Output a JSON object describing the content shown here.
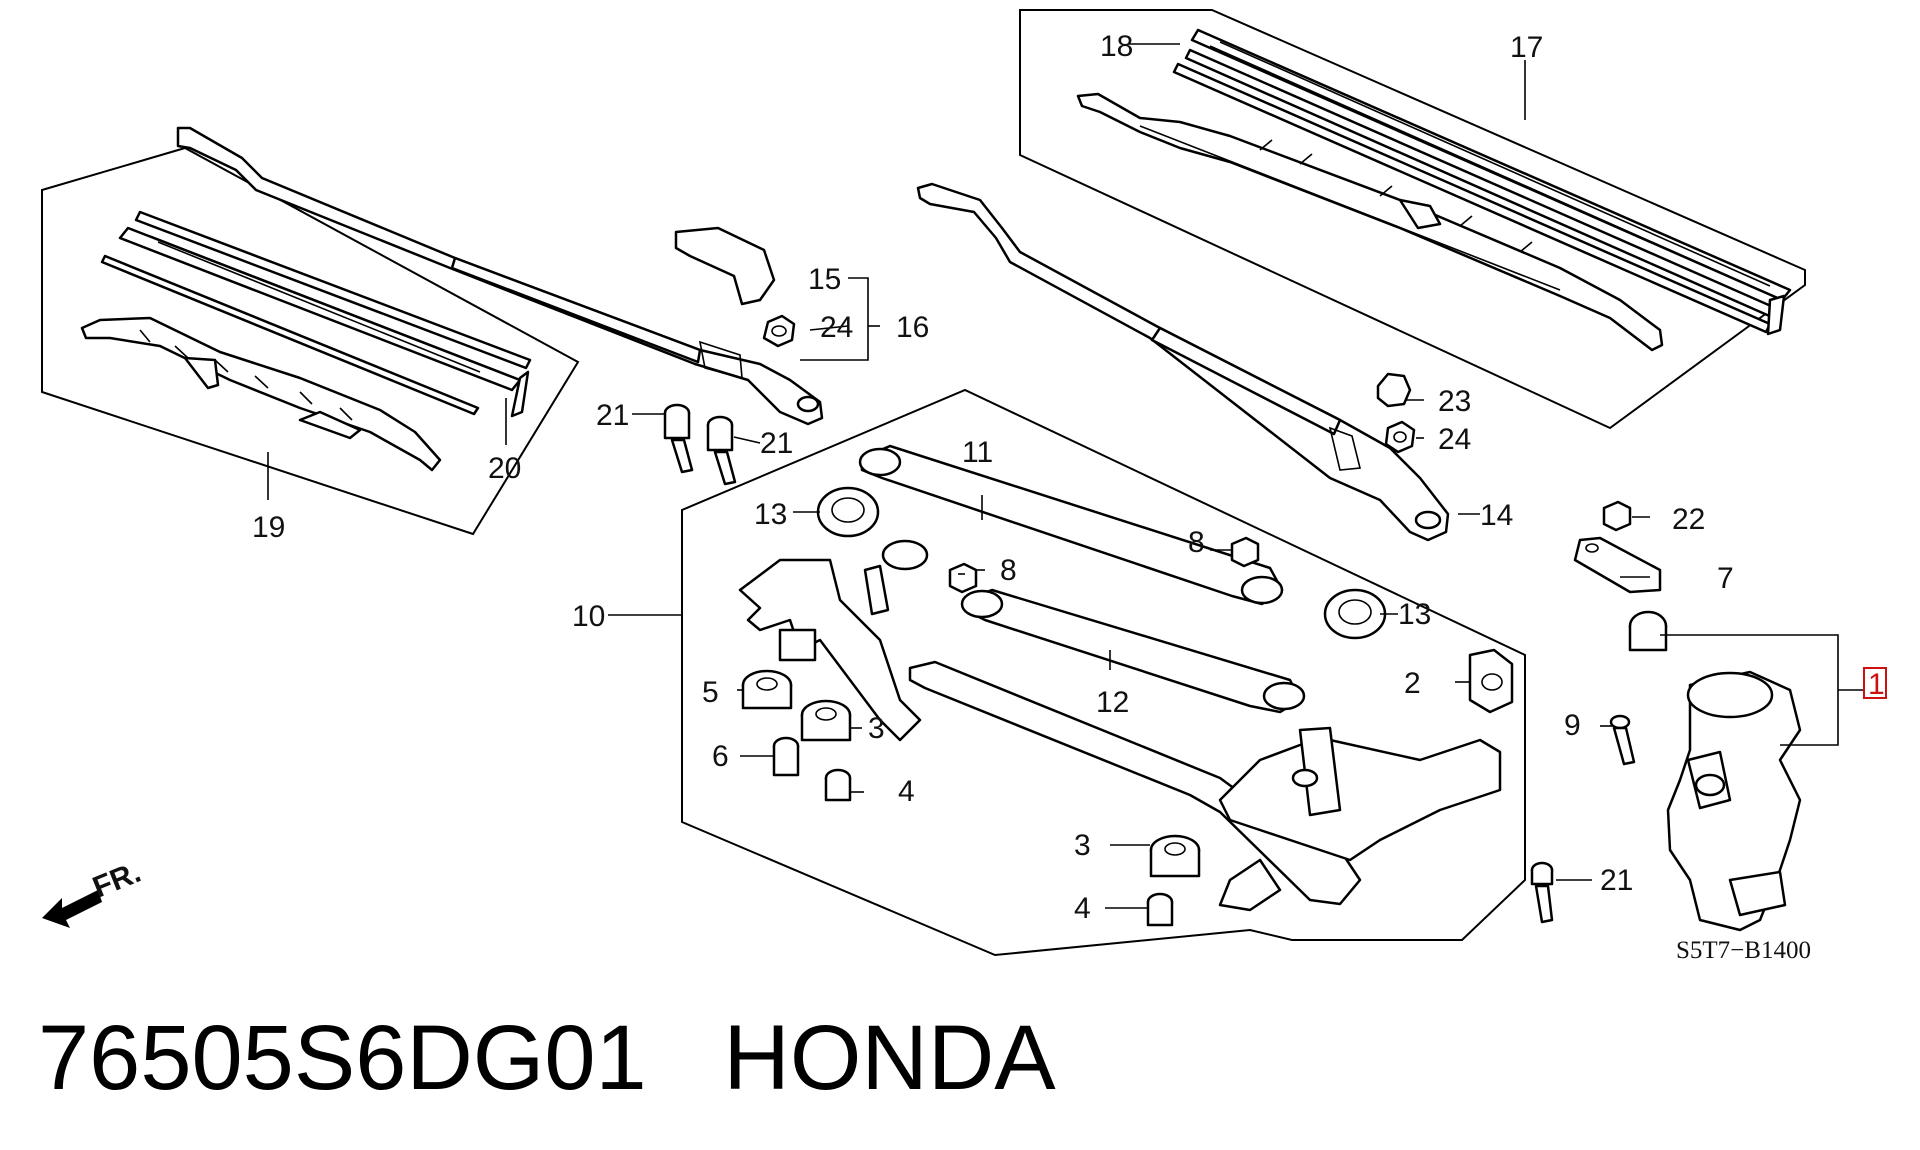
{
  "callouts": {
    "p1": "1",
    "p2": "2",
    "p3a": "3",
    "p3b": "3",
    "p4a": "4",
    "p4b": "4",
    "p5": "5",
    "p6": "6",
    "p7": "7",
    "p8a": "8",
    "p8b": "8",
    "p9": "9",
    "p10": "10",
    "p11": "11",
    "p12": "12",
    "p13a": "13",
    "p13b": "13",
    "p14": "14",
    "p15": "15",
    "p16": "16",
    "p17": "17",
    "p18": "18",
    "p19": "19",
    "p20": "20",
    "p21a": "21",
    "p21b": "21",
    "p21c": "21",
    "p22": "22",
    "p23": "23",
    "p24a": "24",
    "p24b": "24"
  },
  "front_marker": "FR.",
  "diagram_code": "S5T7−B1400",
  "caption": "76505S6DG01   HONDA",
  "highlight_color": "#cc1111"
}
